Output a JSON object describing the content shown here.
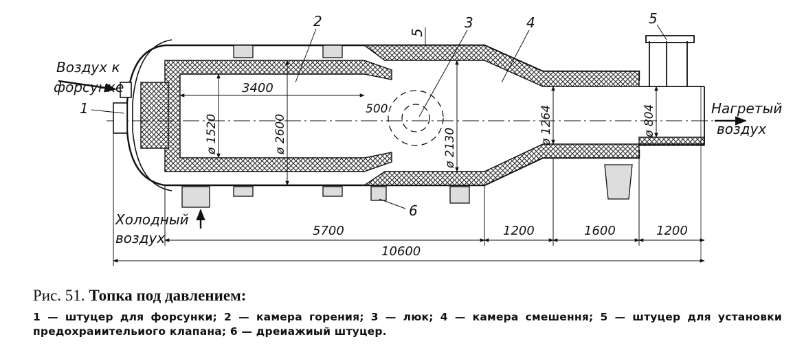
{
  "figure": {
    "inlet_label_line1": "Воздух к",
    "inlet_label_line2": "форсунке",
    "outlet_label_line1": "Нагретый",
    "outlet_label_line2": "воздух",
    "cold_air_line1": "Холодный",
    "cold_air_line2": "воздух",
    "callouts": [
      "1",
      "2",
      "3",
      "4",
      "5",
      "5",
      "6"
    ],
    "dimensions": {
      "chamber_length": "3400",
      "diam_inner": "ø 1520",
      "diam_outer": "ø 2600",
      "gap": "500",
      "diam_mix": "ø 2130",
      "diam_neck": "ø 1264",
      "diam_outlet": "ø 804",
      "seg1": "5700",
      "seg2": "1200",
      "seg3": "1600",
      "seg4": "1200",
      "total": "10600"
    }
  },
  "caption": {
    "fig_label": "Рис. 51.",
    "title": "Топка под давлением:",
    "legend": "1 — штуцер для форсунки; 2 — камера горения; 3 — люк; 4 — камера смешення; 5 — штуцер для установки предохраиительиого клапана; 6 — дреиажиый штуцер."
  }
}
